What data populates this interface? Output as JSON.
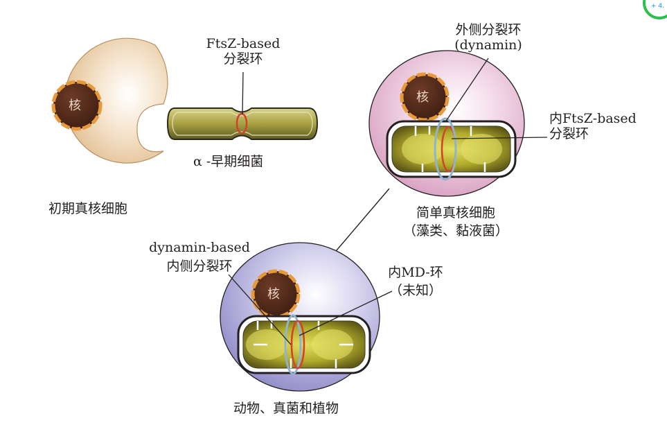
{
  "labels": {
    "ftsz_ring": [
      "FtsZ-based",
      "分裂环"
    ],
    "alpha_bacteria": "α -早期细菌",
    "early_eukaryote": "初期真核细胞",
    "outer_ring": [
      "外侧分裂环",
      "(dynamin)"
    ],
    "inner_ftsz": [
      "内FtsZ-based",
      "分裂环"
    ],
    "simple_eukaryote": [
      "简单真核细胞",
      "（藻类、黏液菌）"
    ],
    "dynamin_inner": [
      "dynamin-based",
      "内侧分裂环"
    ],
    "inner_md": [
      "内MD-环",
      "（未知）"
    ],
    "animals_fungi_plants": "动物、真菌和植物",
    "nucleus": "核",
    "badge": "+ 4."
  },
  "colors": {
    "early_cell": "#e8c9a0",
    "simple_cell": "#e0b4cf",
    "animal_cell": "#a7a3d4",
    "nucleus": "#5a2e1e",
    "nucleus_rim": "#e89a3a",
    "organelle": "#b0a84a",
    "ftsz_ring": "#d2442a",
    "dynamin_ring": "#8fb3d0"
  }
}
